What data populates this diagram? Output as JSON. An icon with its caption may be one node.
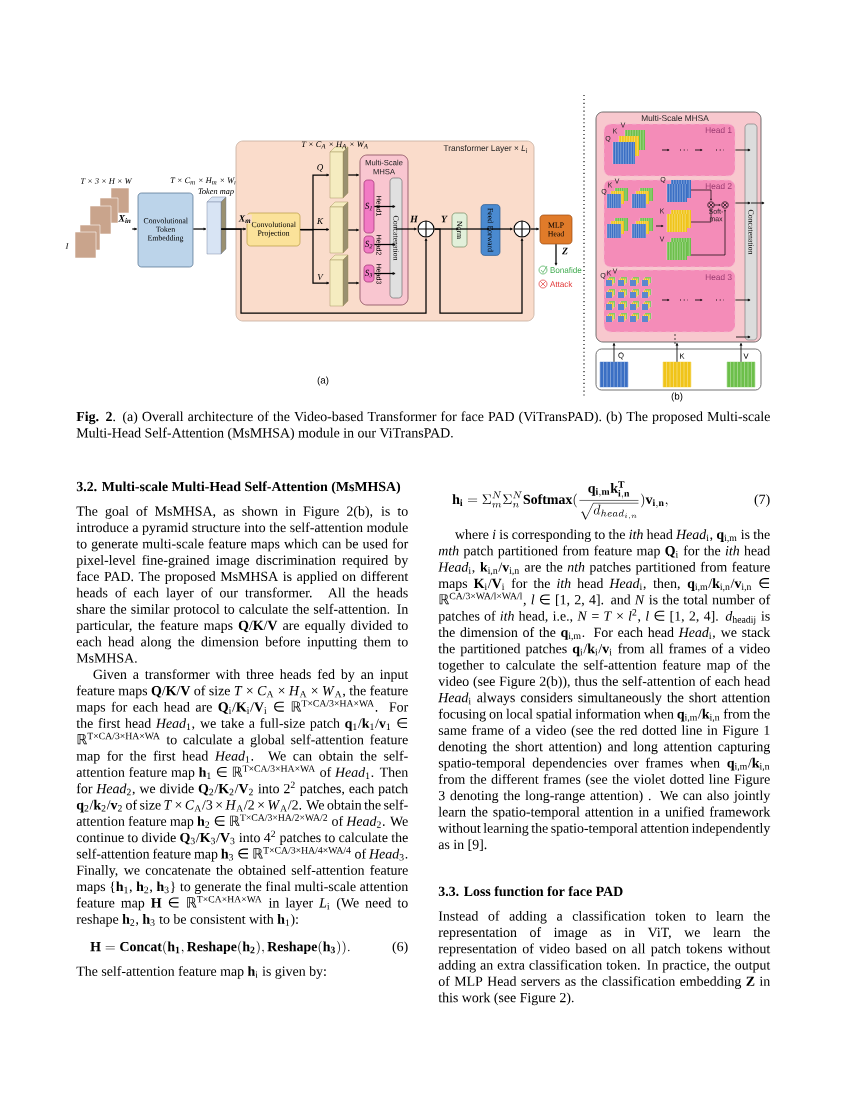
{
  "diagram": {
    "caption": "**Fig. 2**. (a) Overall architecture of the Video-based Transformer for face PAD (ViTransPAD). (b) The proposed Multi-scale Multi-Head Self-Attention (MsMHSA) module in our ViTransPAD.",
    "nodes": [
      {
        "text": [],
        "shape": "picture",
        "beside": [
          "*T* × 3 × *H* × *W*",
          "I"
        ]
      },
      {
        "text": [
          "Convolutional Token Embedding"
        ]
      },
      {
        "text": [],
        "shape": "box",
        "beside": [
          "*T* × *C*$_{m}$ × *H*$_{m}$ × *W*$_{m}$",
          "Token map"
        ]
      },
      {
        "text": [
          "Transformer Layer × *L*$_{i}$"
        ]
      },
      {
        "text": [
          "Convolutional Projection"
        ],
        "in": 3
      },
      {
        "text": [],
        "shape": "box",
        "in": 3,
        "beside": [
          "*T* × *C*$_{A}$ × *H*$_{A}$ × *W*$_{A}$"
        ]
      },
      {
        "text": [],
        "shape": "box",
        "in": 3
      },
      {
        "text": [],
        "shape": "box",
        "in": 3
      },
      {
        "text": [
          "Multi-Scale MHSA"
        ],
        "in": 3
      },
      {
        "text": [
          "*S*$_{1}$"
        ],
        "in": 8,
        "beside": [
          "Head1"
        ]
      },
      {
        "text": [
          "*S*$_{2}$"
        ],
        "in": 8,
        "beside": [
          "Head2"
        ]
      },
      {
        "text": [
          "*S*$_{3}$"
        ],
        "in": 8,
        "beside": [
          "Head3"
        ]
      },
      {
        "text": [
          "Concatenation"
        ],
        "in": 8
      },
      {
        "text": [],
        "shape": "circle",
        "in": 3
      },
      {
        "text": [
          "Norm"
        ],
        "in": 3
      },
      {
        "text": [
          "Feed Forward"
        ],
        "in": 3
      },
      {
        "text": [],
        "shape": "circle",
        "in": 3
      },
      {
        "text": [
          "MLP Head"
        ]
      },
      {
        "text": [
          "Multi-Scale MHSA"
        ]
      },
      {
        "text": [
          "Head 1"
        ],
        "in": 18
      },
      {
        "text": [
          "Head 2"
        ],
        "in": 18
      },
      {
        "text": [
          "Head 3"
        ],
        "in": 18
      },
      {
        "text": [
          "Concatenation"
        ],
        "in": 18
      },
      {
        "text": [],
        "shape": "box"
      },
      {
        "text": [],
        "shape": "box",
        "in": 23
      },
      {
        "text": [],
        "shape": "box",
        "in": 23
      },
      {
        "text": [],
        "shape": "box",
        "in": 23
      },
      {
        "text": [
          "Bonafide"
        ]
      },
      {
        "text": [
          "Attack"
        ]
      }
    ],
    "edges": [
      {
        "from": 0,
        "to": 1,
        "arrow": "to",
        "label": "X$_{in}$"
      },
      {
        "from": 1,
        "to": 2,
        "arrow": "to"
      },
      {
        "from": 2,
        "to": 4,
        "arrow": "to",
        "label": "X$_{m}$"
      },
      {
        "from": 4,
        "to": 5,
        "arrow": "to",
        "label": "Q"
      },
      {
        "from": 4,
        "to": 6,
        "arrow": "to",
        "label": "K"
      },
      {
        "from": 4,
        "to": 7,
        "arrow": "to",
        "label": "V"
      },
      {
        "from": 5,
        "to": 8,
        "arrow": "to"
      },
      {
        "from": 6,
        "to": 8,
        "arrow": "to"
      },
      {
        "from": 7,
        "to": 8,
        "arrow": "to"
      },
      {
        "from": 9,
        "to": 12,
        "arrow": "to"
      },
      {
        "from": 10,
        "to": 12,
        "arrow": "to"
      },
      {
        "from": 11,
        "to": 12,
        "arrow": "to"
      },
      {
        "from": 12,
        "to": 13,
        "arrow": "to",
        "label": "H"
      },
      {
        "from": 2,
        "to": 13,
        "arrow": "to"
      },
      {
        "from": 13,
        "to": 14,
        "arrow": "to",
        "label": "Y"
      },
      {
        "from": 14,
        "to": 15,
        "arrow": "to"
      },
      {
        "from": 15,
        "to": 16,
        "arrow": "to"
      },
      {
        "from": 13,
        "to": 16,
        "arrow": "to"
      },
      {
        "from": 16,
        "to": 17,
        "arrow": "to"
      },
      {
        "from": 17,
        "to": 27,
        "arrow": "to",
        "label": "Z"
      },
      {
        "from": 19,
        "to": 22,
        "arrow": "to"
      },
      {
        "from": 20,
        "to": 22,
        "arrow": "to"
      },
      {
        "from": 21,
        "to": 22,
        "arrow": "to"
      },
      {
        "from": 22,
        "to": null,
        "arrow": "to"
      },
      {
        "from": 24,
        "to": 18,
        "arrow": "to",
        "label": "Q"
      },
      {
        "from": 25,
        "to": 18,
        "arrow": "to",
        "label": "K"
      },
      {
        "from": 26,
        "to": 18,
        "arrow": "to",
        "label": "V"
      },
      {
        "from": null,
        "to": 22,
        "arrow": "to"
      }
    ],
    "labels": [
      "(a)",
      "Q",
      "K",
      "V",
      "Q",
      "K",
      "V",
      "Q",
      "K",
      "V",
      "Soft-max",
      "Q",
      "K",
      "V",
      "(b)",
      "3.2. Multi-scale Multi-Head Self-Attention (MsMHSA)",
      "The goal of MsMHSA, as shown in Figure 2(b), is to introduce a pyramid structure into the self-attention module to generate multi-scale feature maps which can be used for pixel-level fine-grained image discrimination required by face PAD. The proposed MsMHSA is applied on different heads of each layer of our transformer. All the heads share the similar protocol to calculate the self-attention. In particular, the feature maps **Q**/**K**/**V** are equally divided to each head along the dimension before inputting them to MsMHSA.",
      "Given a transformer with three heads fed by an input feature maps **Q**/**K**/**V** of size *T* × *C*$_{A}$ × *H*$_{A}$ × *W*$_{A}$, the feature maps for each head are **Q**$_{i}$/**K**$_{i}$/**V**$_{i}$ ∈ ℝ$^{T×CA/3×HA×WA}$. For the first head *Head*$_{1}$, we take a full-size patch **q**$_{1}$/**k**$_{1}$/**v**$_{1}$ ∈ ℝ$^{T×CA/3×HA×WA}$ to calculate a global self-attention feature map for the first head *Head*$_{1}$. We can obtain the self-attention feature map **h**$_{1}$ ∈ ℝ$^{T×CA/3×HA×WA}$ of *Head*$_{1}$. Then for *Head*$_{2}$, we divide **Q**$_{2}$/**K**$_{2}$/**V**$_{2}$ into 2$^{2}$ patches, each patch **q**$_{2}$/**k**$_{2}$/**v**$_{2}$ of size *T* × *C*$_{A}$/3 × *H*$_{A}$/2 × *W*$_{A}$/2. We obtain the self-attention feature map **h**$_{2}$ ∈ ℝ$^{T×CA/3×HA/2×WA/2}$ of *Head*$_{2}$. We continue to divide **Q**$_{3}$/**K**$_{3}$/**V**$_{3}$ into 4$^{2}$ patches to calculate the self-attention feature map **h**$_{3}$ ∈ ℝ$^{T×CA/3×HA/4×WA/4}$ of *Head*$_{3}$. Finally, we concatenate the obtained self-attention feature maps {**h**$_{1}$, **h**$_{2}$, **h**$_{3}$} to generate the final multi-scale attention feature map **H** ∈ ℝ$^{T×CA×HA×WA}$ in layer *L*$_{i}$ (We need to reshape **h**$_{2}$, **h**$_{3}$ to be consistent with **h**$_{1}$):",
      "\\mathbf{H}=\\mathbf{Concat}(\\mathbf{h_1},\\mathbf{Reshape}(\\mathbf{h_2}),\\mathbf{Reshape}(\\mathbf{h_3})).",
      "(6)",
      "The self-attention feature map **h**$_{i}$ is given by:",
      "\\mathbf{h_i}=\\Sigma_m^N\\Sigma_n^N\\mathbf{Softmax}(\\frac{\\mathbf{q_{i,m}}\\mathbf{k_{i,n}^T}}{\\sqrt{d_{head_{i,n}}}})\\mathbf{v_{i,n}},",
      "(7)",
      "where *i* is corresponding to the *ith* head *Head*$_{i}$, **q**$_{i,m}$ is the *mth* patch partitioned from feature map **Q**$_{i}$ for the *ith* head *Head*$_{i}$, **k**$_{i,n}$/**v**$_{i,n}$ are the *nth* patches partitioned from feature maps **K**$_{i}$/**V**$_{i}$ for the *ith* head *Head*$_{i}$, then, **q**$_{i,m}$/**k**$_{i,n}$/**v**$_{i,n}$ ∈ ℝ$^{CA/3×WA/l×WA/l}$, *l* ∈ [1, 2, 4]. and *N* is the total number of patches of *ith* head, i.e., *N* = *T* × *l*$^{2}$, *l* ∈ [1, 2, 4]. *d*$_{headij}$ is the dimension of the **q**$_{i,m}$. For each head *Head*$_{i}$, we stack the partitioned patches **q**$_{i}$/**k**$_{i}$/**v**$_{i}$ from all frames of a video together to calculate the self-attention feature map of the video (see Figure 2(b)), thus the self-attention of each head *Head*$_{i}$ always considers simultaneously the short attention focusing on local spatial information when **q**$_{i,m}$/**k**$_{i,n}$ from the same frame of a video (see the red dotted line in Figure 1 denoting the short attention) and long attention capturing spatio-temporal dependencies over frames when **q**$_{i,m}$/**k**$_{i,n}$ from the different frames (see the violet dotted line Figure 3 denoting the long-range attention) . We can also jointly learn the spatio-temporal attention in a unified framework without learning the spatio-temporal attention independently as in [9].",
      "3.3. Loss function for face PAD",
      "Instead of adding a classification token to learn the representation of image as in ViT, we learn the representation of video based on all patch tokens without adding an extra classification token. In practice, the output of MLP Head servers as the classification embedding **Z** in this work (see Figure 2)."
    ]
  }
}
